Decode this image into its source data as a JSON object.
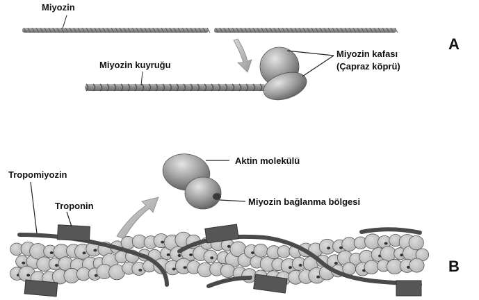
{
  "labels": {
    "myosin": "Miyozin",
    "myosin_tail": "Miyozin kuyruğu",
    "myosin_head_line1": "Miyozin kafası",
    "myosin_head_line2": "(Çapraz köprü)",
    "actin_molecule": "Aktin molekülü",
    "myosin_binding_site": "Miyozin bağlanma bölgesi",
    "tropomyosin": "Tropomiyozin",
    "troponin": "Troponin",
    "panel_a": "A",
    "panel_b": "B"
  },
  "colors": {
    "background": "#ffffff",
    "text": "#111111",
    "actin_bead": "#c4c4c4",
    "bead_outline": "#555555",
    "tropomyosin": "#4a4a4a",
    "troponin": "#565656",
    "myosin_filament": "#8a8a8a",
    "arrow": "#a8a8a8",
    "head_fill": "#8a8a8a"
  }
}
